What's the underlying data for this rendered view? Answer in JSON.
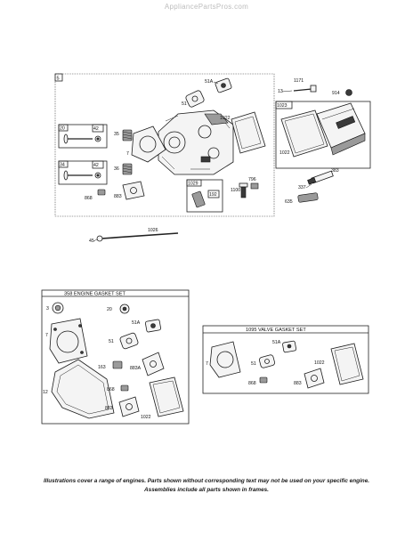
{
  "watermark": "AppliancePartsPros.com",
  "main_assembly": {
    "frame_label": "5",
    "callouts": {
      "p1171": "1171",
      "p13": "13",
      "p914": "914",
      "p51a": "51A",
      "p51": "51",
      "p1022a": "1022",
      "p1023": "1023",
      "p1022b": "1022",
      "p20": "20",
      "p42a": "42",
      "p35": "35",
      "p7": "7",
      "p34": "34",
      "p42b": "42",
      "p36": "36",
      "p868": "868",
      "p883": "883",
      "p1029": "1029",
      "p192": "192",
      "p1100": "1100",
      "p796": "796",
      "p337": "337",
      "p383": "383",
      "p635": "635",
      "p1026": "1026",
      "p45": "45"
    }
  },
  "engine_gasket_set": {
    "title": "358 ENGINE GASKET SET",
    "callouts": {
      "p3": "3",
      "p20": "20",
      "p7": "7",
      "p51a": "51A",
      "p51": "51",
      "p163": "163",
      "p883a": "883A",
      "p12": "12",
      "p868": "868",
      "p883": "883",
      "p1022": "1022"
    }
  },
  "valve_gasket_set": {
    "title": "1095 VALVE GASKET SET",
    "callouts": {
      "p7": "7",
      "p51a": "51A",
      "p51": "51",
      "p1022": "1022",
      "p868": "868",
      "p883": "883"
    }
  },
  "footer": {
    "line1": "Illustrations cover a range of engines. Parts shown without corresponding text may not be used on your specific engine.",
    "line2": "Assemblies include all parts shown in frames."
  }
}
